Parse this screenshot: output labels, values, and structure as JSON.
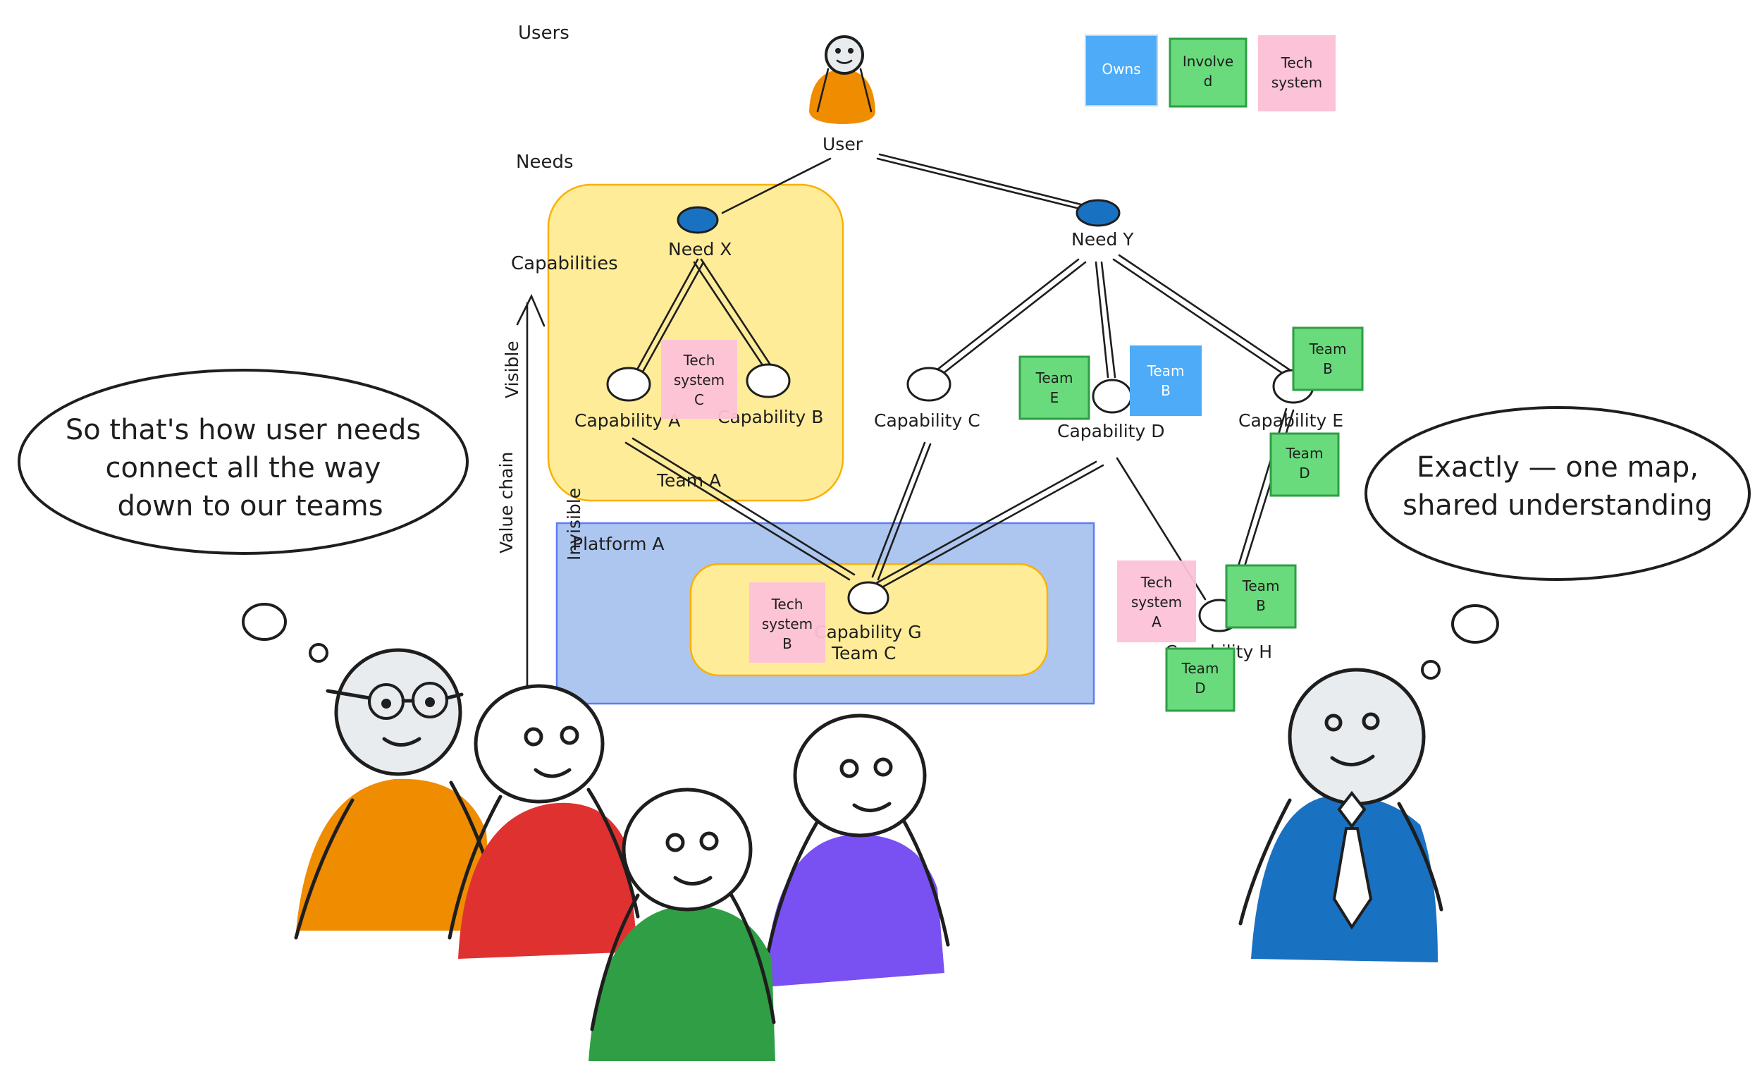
{
  "lanes": {
    "users": "Users",
    "needs": "Needs",
    "capabilities": "Capabilities"
  },
  "legend": {
    "owns": "Owns",
    "involved": [
      "Involve",
      "d"
    ],
    "tech_system": [
      "Tech",
      "system"
    ]
  },
  "user_label": "User",
  "needs": {
    "x": "Need X",
    "y": "Need Y"
  },
  "capabilities": {
    "a": "Capability A",
    "b": "Capability B",
    "c": "Capability C",
    "d": "Capability D",
    "e": "Capability E",
    "g": "Capability G",
    "h": "Capability H"
  },
  "groups": {
    "team_a": "Team A",
    "platform_a": "Platform A",
    "team_c": "Team C"
  },
  "stickies": {
    "tech_c": [
      "Tech",
      "system",
      "C"
    ],
    "tech_b": [
      "Tech",
      "system",
      "B"
    ],
    "tech_a": [
      "Tech",
      "system",
      "A"
    ],
    "team_e": [
      "Team",
      "E"
    ],
    "team_b_owner": [
      "Team",
      "B"
    ],
    "team_b_e": [
      "Team",
      "B"
    ],
    "team_d_e": [
      "Team",
      "D"
    ],
    "team_b_h": [
      "Team",
      "B"
    ],
    "team_d_h": [
      "Team",
      "D"
    ]
  },
  "axis": {
    "value_chain": "Value chain",
    "visible": "Visible",
    "invisible": "Invisible"
  },
  "bubbles": {
    "left": [
      "So that's how user needs",
      "connect all the way",
      "down to our teams"
    ],
    "right": [
      "Exactly — one map,",
      "shared understanding"
    ]
  },
  "colors": {
    "owns": "#4dabf7",
    "involved": "#69db7c",
    "tech_system": "#fcc2d7",
    "team_zone": "#ffec99",
    "platform_zone": "#a5c0ee",
    "need_node": "#1971c2",
    "orange": "#f08c00",
    "red": "#e03131",
    "green": "#2f9e44",
    "purple": "#7950f2",
    "blue": "#1971c2",
    "skin": "#e9ecef"
  }
}
